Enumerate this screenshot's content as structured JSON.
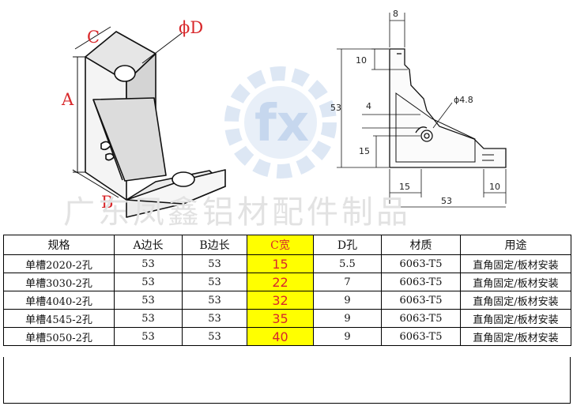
{
  "drawing": {
    "labels": {
      "a": "A",
      "b": "B",
      "c": "C",
      "d": "ϕD"
    },
    "dimensions": {
      "top_width": "8",
      "top_height": "10",
      "total_height": "53",
      "hole_offset": "4",
      "hole_diameter": "ϕ4.8",
      "lower_offset": "15",
      "left_width": "15",
      "right_width": "10",
      "total_width": "53"
    }
  },
  "watermark": {
    "logo_text": "fx",
    "company": "广东凤鑫铝材配件制品"
  },
  "table": {
    "headers": [
      "规格",
      "A边长",
      "B边长",
      "C宽",
      "D孔",
      "材质",
      "用途"
    ],
    "rows": [
      [
        "单槽2020-2孔",
        "53",
        "53",
        "15",
        "5.5",
        "6063-T5",
        "直角固定/板材安装"
      ],
      [
        "单槽3030-2孔",
        "53",
        "53",
        "22",
        "7",
        "6063-T5",
        "直角固定/板材安装"
      ],
      [
        "单槽4040-2孔",
        "53",
        "53",
        "32",
        "9",
        "6063-T5",
        "直角固定/板材安装"
      ],
      [
        "单槽4545-2孔",
        "53",
        "53",
        "35",
        "9",
        "6063-T5",
        "直角固定/板材安装"
      ],
      [
        "单槽5050-2孔",
        "53",
        "53",
        "40",
        "9",
        "6063-T5",
        "直角固定/板材安装"
      ]
    ]
  },
  "colors": {
    "highlight": "#ffff00",
    "label_red": "#d8282b",
    "watermark": "#e2e2e2",
    "logo_blue": "#d8e4f3"
  }
}
